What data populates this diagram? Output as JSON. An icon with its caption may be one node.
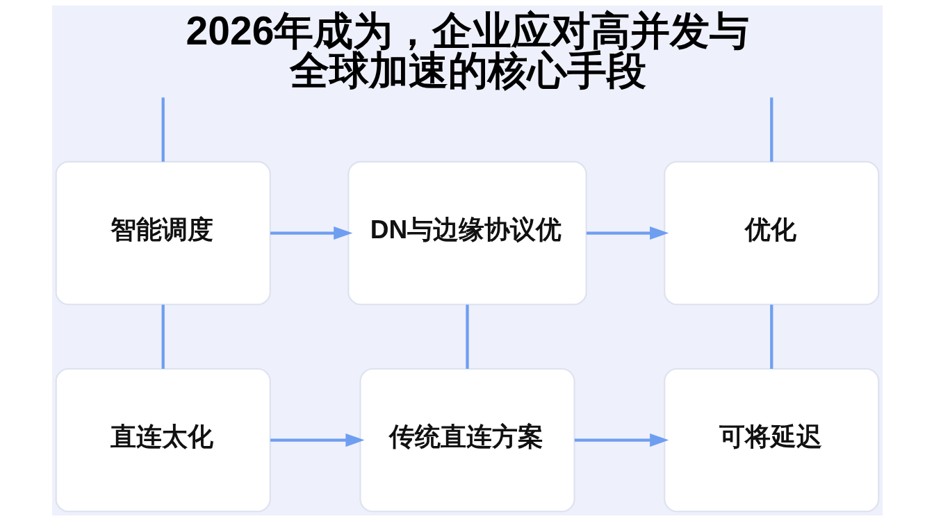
{
  "diagram": {
    "title": "2026年成为，企业应对高并发与全球加速的核心手段",
    "nodes": [
      {
        "text": [
          "智能调度"
        ]
      },
      {
        "text": [
          "DN与边缘协议优"
        ]
      },
      {
        "text": [
          "优化"
        ]
      },
      {
        "text": [
          "直连太化"
        ]
      },
      {
        "text": [
          "传统直连方案"
        ]
      },
      {
        "text": [
          "可将延迟"
        ]
      }
    ],
    "edges": [
      {
        "from": null,
        "to": 0,
        "arrow": "none"
      },
      {
        "from": null,
        "to": 2,
        "arrow": "none"
      },
      {
        "from": 0,
        "to": 1,
        "arrow": "to"
      },
      {
        "from": 1,
        "to": 2,
        "arrow": "to"
      },
      {
        "from": 0,
        "to": 3,
        "arrow": "none"
      },
      {
        "from": 1,
        "to": 4,
        "arrow": "none"
      },
      {
        "from": 2,
        "to": 5,
        "arrow": "none"
      },
      {
        "from": 3,
        "to": 4,
        "arrow": "to"
      },
      {
        "from": 4,
        "to": 5,
        "arrow": "to"
      }
    ]
  }
}
